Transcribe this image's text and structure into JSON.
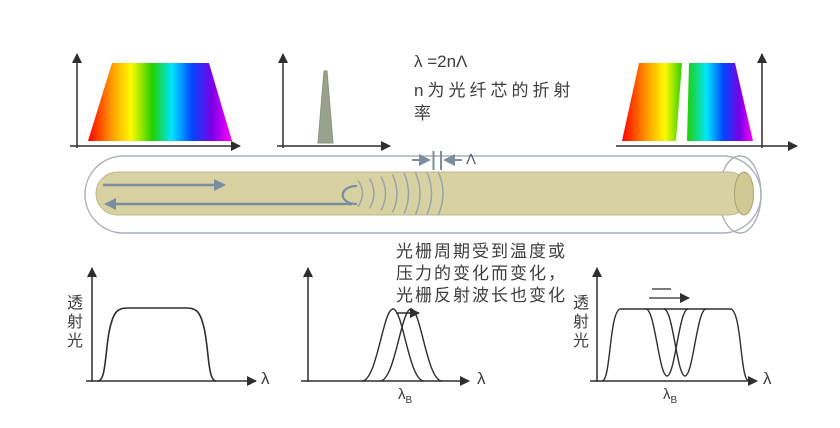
{
  "formula": {
    "line1": "λ =2nΛ",
    "line2": "n为光纤芯的折射",
    "line3": "率"
  },
  "caption": {
    "line1": "光栅周期受到温度或",
    "line2": "压力的变化而变化，",
    "line3": "光栅反射波长也变化"
  },
  "fiber": {
    "period_label": "Λ"
  },
  "charts": {
    "transmitted_left": {
      "y_label": "透射光",
      "x_label": "λ"
    },
    "reflected_shift": {
      "x_label": "λ",
      "bragg_label": "λ",
      "bragg_sub": "B"
    },
    "transmitted_right": {
      "y_label": "透射光",
      "x_label": "λ",
      "bragg_label": "λ",
      "bragg_sub": "B"
    }
  },
  "colors": {
    "axis": "#2e2e2e",
    "arrow": "#7c8da0",
    "fiber_core": "#d8d1a1",
    "fiber_outline": "#aab0b7",
    "grating": "#9aa3ab",
    "peak_fill": "#99a28c",
    "text": "#3d3d3d"
  }
}
